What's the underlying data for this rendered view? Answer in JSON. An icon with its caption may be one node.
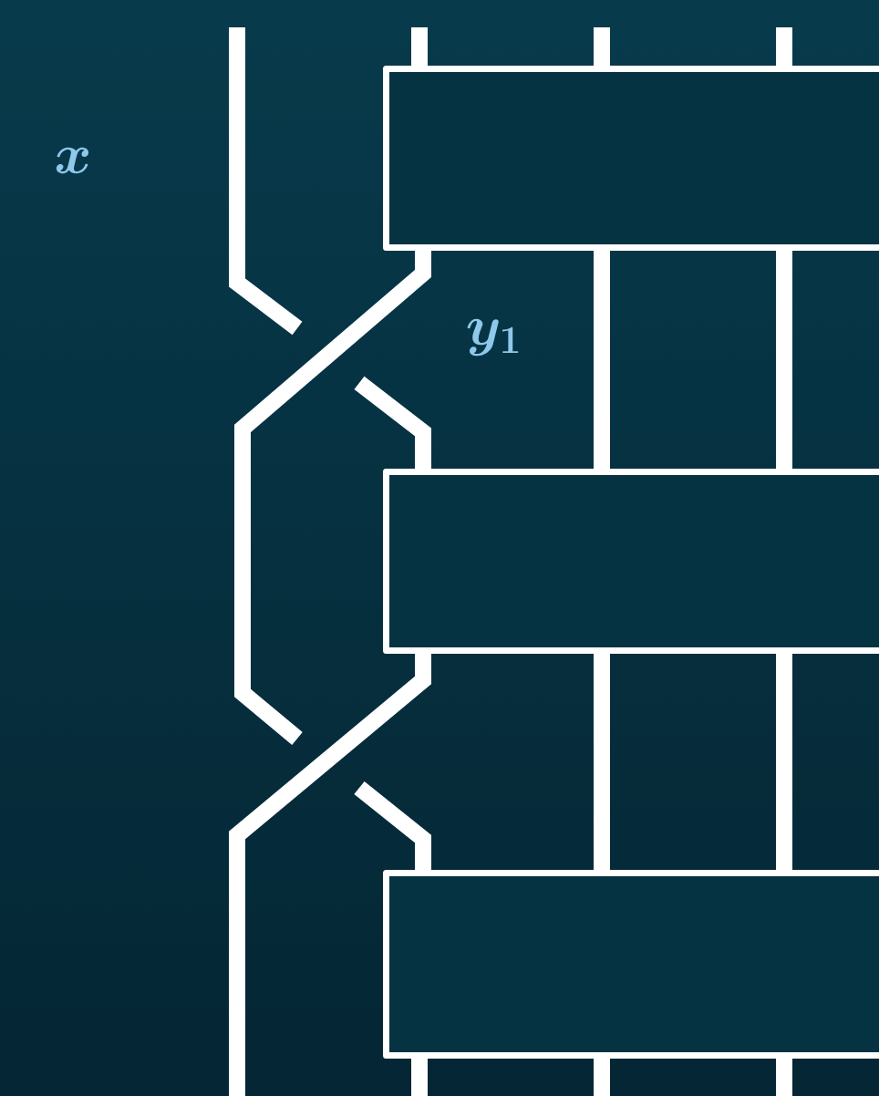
{
  "diagram": {
    "nodes": [
      {
        "text": [],
        "shape": "box"
      },
      {
        "text": [],
        "shape": "box"
      },
      {
        "text": [],
        "shape": "box"
      }
    ],
    "edges": [
      {
        "from": 0,
        "to": 1,
        "arrow": "none"
      },
      {
        "from": 0,
        "to": 1,
        "arrow": "none"
      },
      {
        "from": 1,
        "to": 2,
        "arrow": "none"
      },
      {
        "from": 1,
        "to": 2,
        "arrow": "none"
      }
    ],
    "labels": [
      "x",
      "y_1"
    ]
  }
}
